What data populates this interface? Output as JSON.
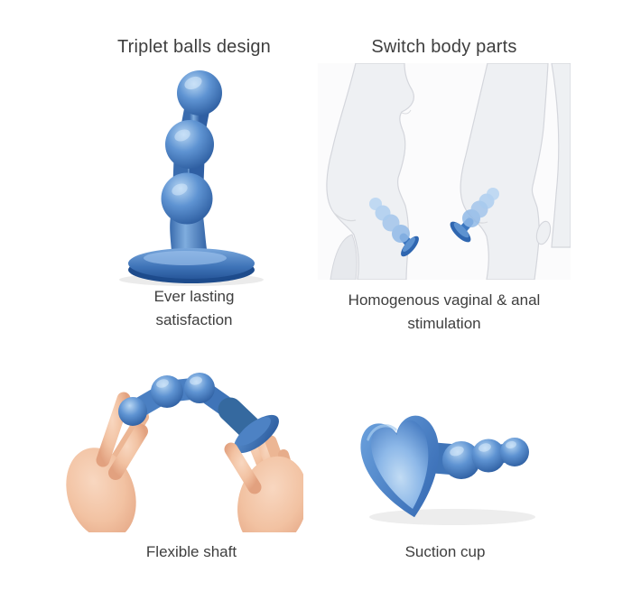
{
  "page": {
    "background": "#ffffff",
    "text_color": "#3e3e3e"
  },
  "colors": {
    "text_color": "#3e3e3e",
    "product_blue_highlight": "#b4d4f2",
    "product_blue_mid": "#5e93d2",
    "product_blue_dark": "#29599c",
    "body_silhouette_gray": "#eef0f3",
    "body_outline_gray": "#d4d6dc",
    "skin_tone": "#f2c2a2",
    "skin_shadow": "#e2a17f"
  },
  "panels": [
    {
      "id": "triplet-balls-design",
      "title": "Triplet balls design",
      "caption_lines": [
        "Ever lasting",
        "satisfaction"
      ],
      "illustration": "beaded-plug-product"
    },
    {
      "id": "switch-body-parts",
      "title": "Switch body parts",
      "caption_lines": [
        "Homogenous vaginal & anal",
        "stimulation"
      ],
      "illustration": "two-body-silhouettes-with-plug"
    },
    {
      "id": "flexible-shaft",
      "caption_lines": [
        "Flexible shaft"
      ],
      "illustration": "hands-bending-plug"
    },
    {
      "id": "suction-cup",
      "caption_lines": [
        "Suction cup"
      ],
      "illustration": "plug-on-side-heart-suction-cup"
    }
  ]
}
